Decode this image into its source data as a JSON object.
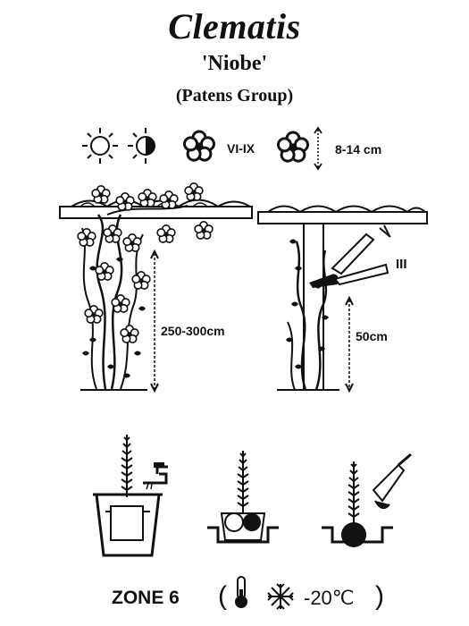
{
  "header": {
    "title": "Clematis",
    "cultivar": "'Niobe'",
    "group": "(Patens Group)"
  },
  "icons": {
    "row": [
      {
        "name": "full-sun-icon"
      },
      {
        "name": "half-shade-icon"
      },
      {
        "name": "flowering-period-icon",
        "label": "VI-IX"
      },
      {
        "name": "flower-size-icon",
        "label": "8-14 cm"
      }
    ]
  },
  "growth": {
    "height_label": "250-300cm",
    "prune_height_label": "50cm",
    "prune_group": "III"
  },
  "footer": {
    "zone": "ZONE 6",
    "temp": "-20℃",
    "open_paren": "(",
    "close_paren": ")"
  }
}
